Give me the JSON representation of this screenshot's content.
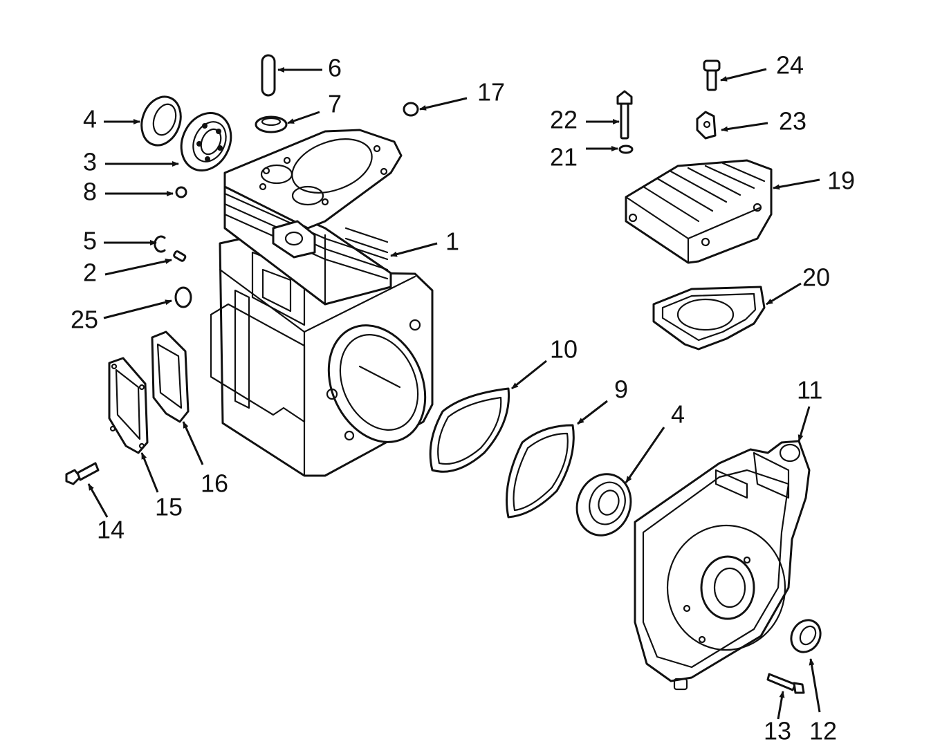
{
  "diagram": {
    "callouts": {
      "c1": "1",
      "c2": "2",
      "c3": "3",
      "c4a": "4",
      "c4b": "4",
      "c5": "5",
      "c6": "6",
      "c7": "7",
      "c8": "8",
      "c9": "9",
      "c10": "10",
      "c11": "11",
      "c12": "12",
      "c13": "13",
      "c14": "14",
      "c15": "15",
      "c16": "16",
      "c17": "17",
      "c19": "19",
      "c20": "20",
      "c21": "21",
      "c22": "22",
      "c23": "23",
      "c24": "24",
      "c25": "25"
    },
    "colors": {
      "line": "#111111",
      "background": "#ffffff"
    }
  }
}
